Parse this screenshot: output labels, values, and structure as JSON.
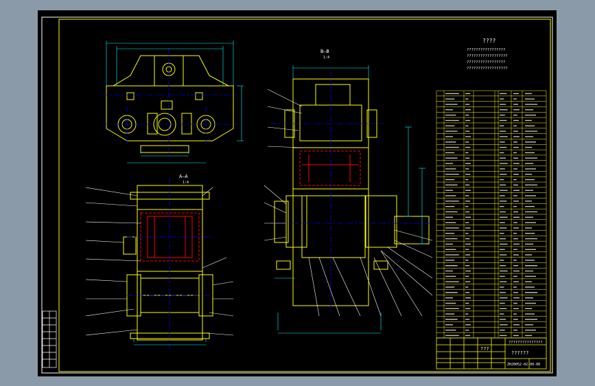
{
  "drawing": {
    "notes_title": "????",
    "notes_lines": [
      "?????????????????",
      "??????????????????",
      "?????????????????",
      "??????????????????"
    ],
    "section_label": "B—B",
    "section_scale": "1:4",
    "view_label": "A—A",
    "view_scale": "1:4",
    "title_block": {
      "company": "???",
      "drawing_name": "??????",
      "spec": "???????????????",
      "drawing_no": "ZHJ0052-02-00-00"
    }
  },
  "colors": {
    "background": "#000000",
    "frame": "#ffff00",
    "outline": "#ffff00",
    "section": "#ff0000",
    "centerline": "#0000ff",
    "dimension": "#00ffff",
    "text": "#ffffff",
    "leader": "#ffffff"
  }
}
